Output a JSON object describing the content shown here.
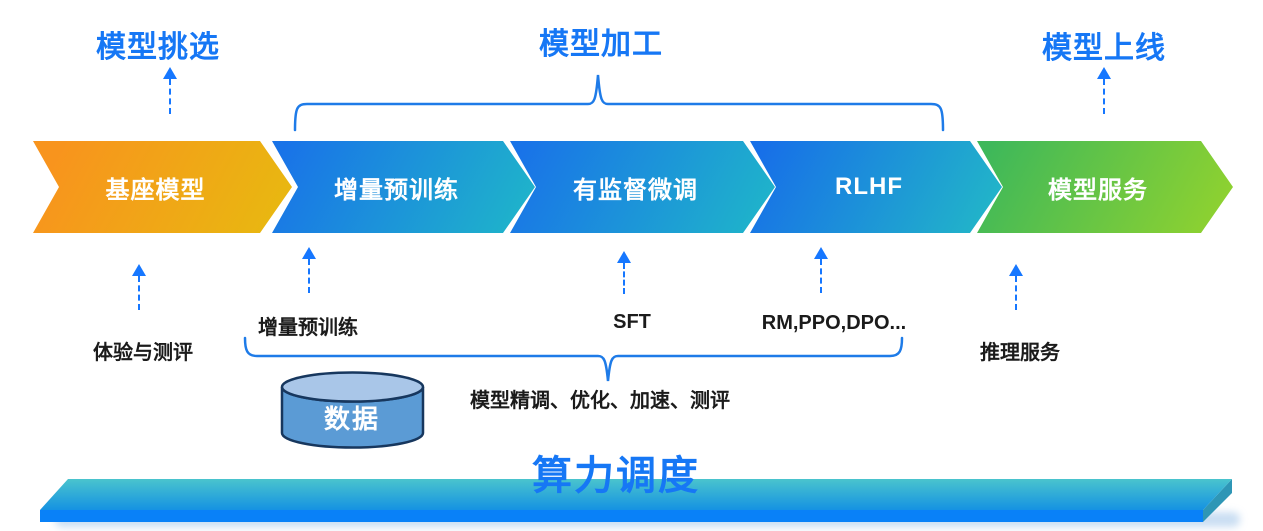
{
  "header": {
    "model_selection": "模型挑选",
    "model_processing": "模型加工",
    "model_launch": "模型上线"
  },
  "pipeline": [
    {
      "label": "基座模型"
    },
    {
      "label": "增量预训练"
    },
    {
      "label": "有监督微调"
    },
    {
      "label": "RLHF"
    },
    {
      "label": "模型服务"
    }
  ],
  "notes": {
    "base_model": "体验与测评",
    "incremental_pretraining": "增量预训练",
    "sft": "SFT",
    "rlhf": "RM,PPO,DPO...",
    "serving": "推理服务",
    "tuning_summary": "模型精调、优化、加速、测评"
  },
  "data_cylinder": {
    "label": "数据"
  },
  "compute_bar": {
    "label": "算力调度"
  },
  "colors": {
    "accent_blue": "#1677F5",
    "arrow_blue": "#1677FF",
    "brace_blue": "#1E7BE8",
    "stage_orange_start": "#F8941D",
    "stage_orange_end": "#E9B611",
    "stage_blue_start": "#1973E8",
    "stage_blue_end": "#1FB4CA",
    "stage_green_start": "#3EB85A",
    "stage_green_end": "#90D22F",
    "cylinder_body": "#5B9BD5",
    "cylinder_top": "#A9C6E8",
    "platform_top_start": "#4AC4CD",
    "platform_top_end": "#1592E2",
    "platform_front": "#0981F8",
    "note_ink": "#1B1B1B"
  }
}
